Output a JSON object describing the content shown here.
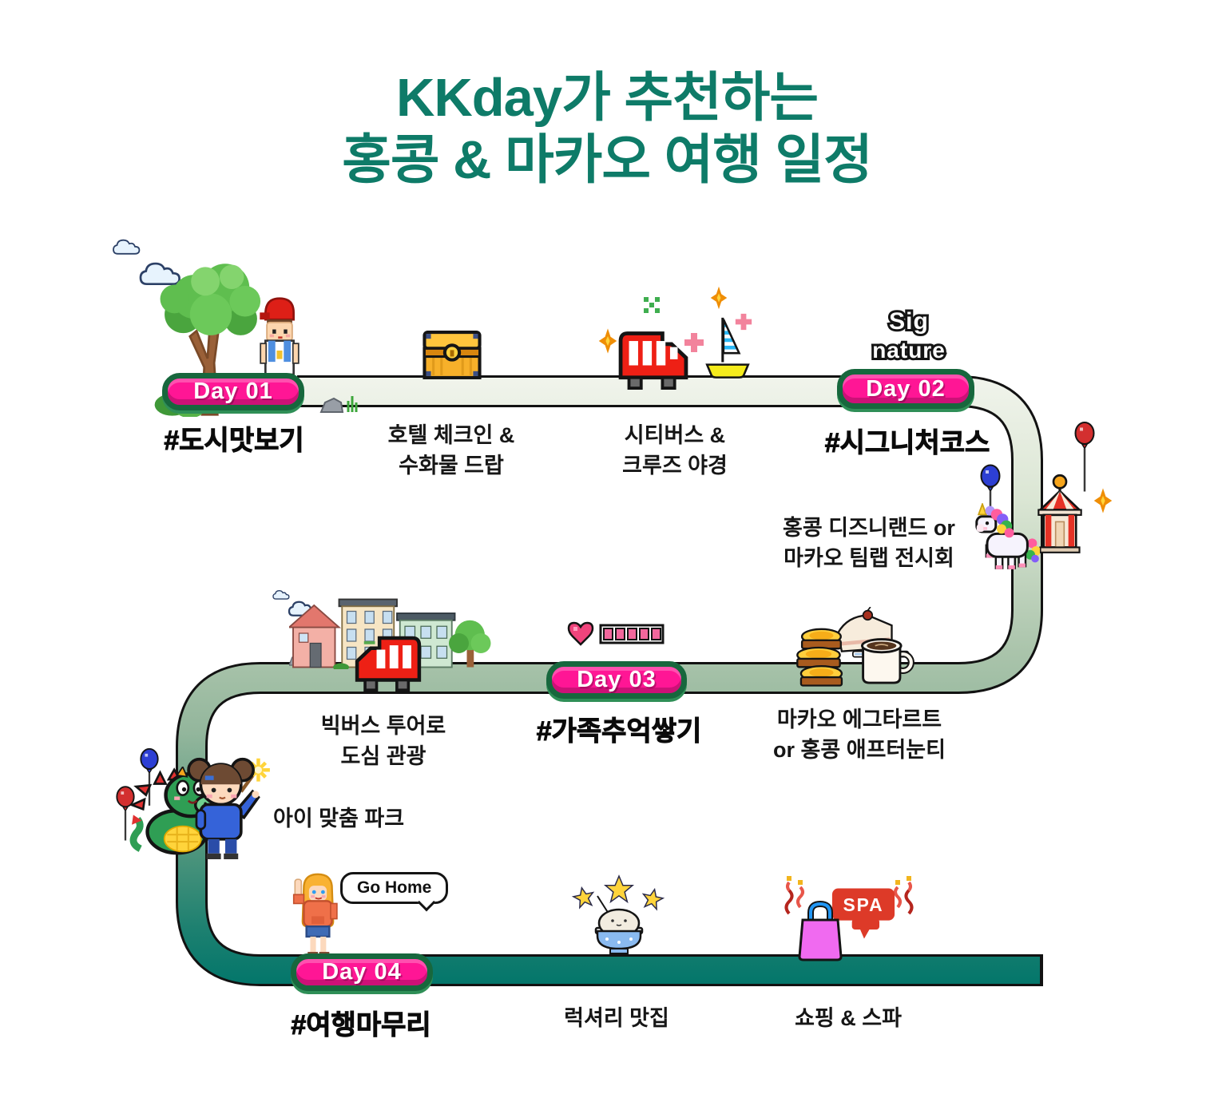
{
  "title": {
    "line1": "KKday가 추천하는",
    "line2": "홍콩 & 마카오 여행 일정"
  },
  "signature": {
    "line1": "Sig",
    "line2": "nature"
  },
  "days": [
    {
      "label": "Day 01",
      "hashtag": "#도시맛보기"
    },
    {
      "label": "Day 02",
      "hashtag": "#시그니처코스"
    },
    {
      "label": "Day 03",
      "hashtag": "#가족추억쌓기"
    },
    {
      "label": "Day 04",
      "hashtag": "#여행마무리"
    }
  ],
  "stops": {
    "hotel": "호텔 체크인 &\n수화물 드랍",
    "citybus": "시티버스 &\n크루즈 야경",
    "disneyland": "홍콩 디즈니랜드 or\n마카오 팀랩 전시회",
    "bigbus": "빅버스 투어로\n도심 관광",
    "eggtart": "마카오 에그타르트\nor 홍콩 애프터눈티",
    "kids_park": "아이 맞춤 파크",
    "luxury_food": "럭셔리 맛집",
    "shopping_spa": "쇼핑 & 스파"
  },
  "speech": {
    "go_home": "Go Home",
    "spa": "SPA"
  },
  "colors": {
    "title_teal": "#0e7b68",
    "badge_pink": "#ff1695",
    "badge_border_green": "#17673d",
    "path_light": "#f1f4ec",
    "path_mid": "#a5c0a7",
    "path_dark": "#00756a",
    "bus_red": "#ee2015",
    "bag_magenta": "#f06af0",
    "spa_red": "#dd3a28"
  },
  "icons": [
    "cloud",
    "tree",
    "boy-traveler",
    "rock-grass",
    "treasure-chest",
    "city-bus",
    "sailboat",
    "sparkle",
    "signature-pixel-text",
    "balloon",
    "carousel",
    "unicorn",
    "houses",
    "heart-health-bar",
    "egg-tarts-and-coffee",
    "dragon",
    "girl-with-sparkler",
    "waving-girl",
    "go-home-speech-bubble",
    "stars-rice-bowl",
    "steam",
    "shopping-bag",
    "spa-speech-bubble"
  ]
}
